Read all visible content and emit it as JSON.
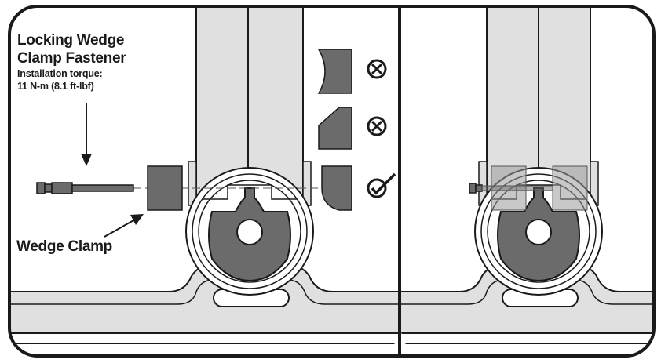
{
  "callouts": {
    "fastener_title_line1": "Locking Wedge",
    "fastener_title_line2": "Clamp Fastener",
    "torque_label": "Installation torque:",
    "torque_value": "11 N-m (8.1 ft-lbf)",
    "wedge_clamp": "Wedge Clamp"
  },
  "options": [
    {
      "shape": "curved-wedge",
      "status": "incorrect",
      "icon": "x-circle-icon"
    },
    {
      "shape": "angled-wedge",
      "status": "incorrect",
      "icon": "x-circle-icon"
    },
    {
      "shape": "correct-wedge",
      "status": "correct",
      "icon": "check-circle-icon"
    }
  ],
  "colors": {
    "outline": "#1a1a1a",
    "frame_fill": "#e0e0e0",
    "part_fill": "#6b6b6b",
    "wedge_overlay": "#9a9a9a",
    "background": "#ffffff"
  }
}
